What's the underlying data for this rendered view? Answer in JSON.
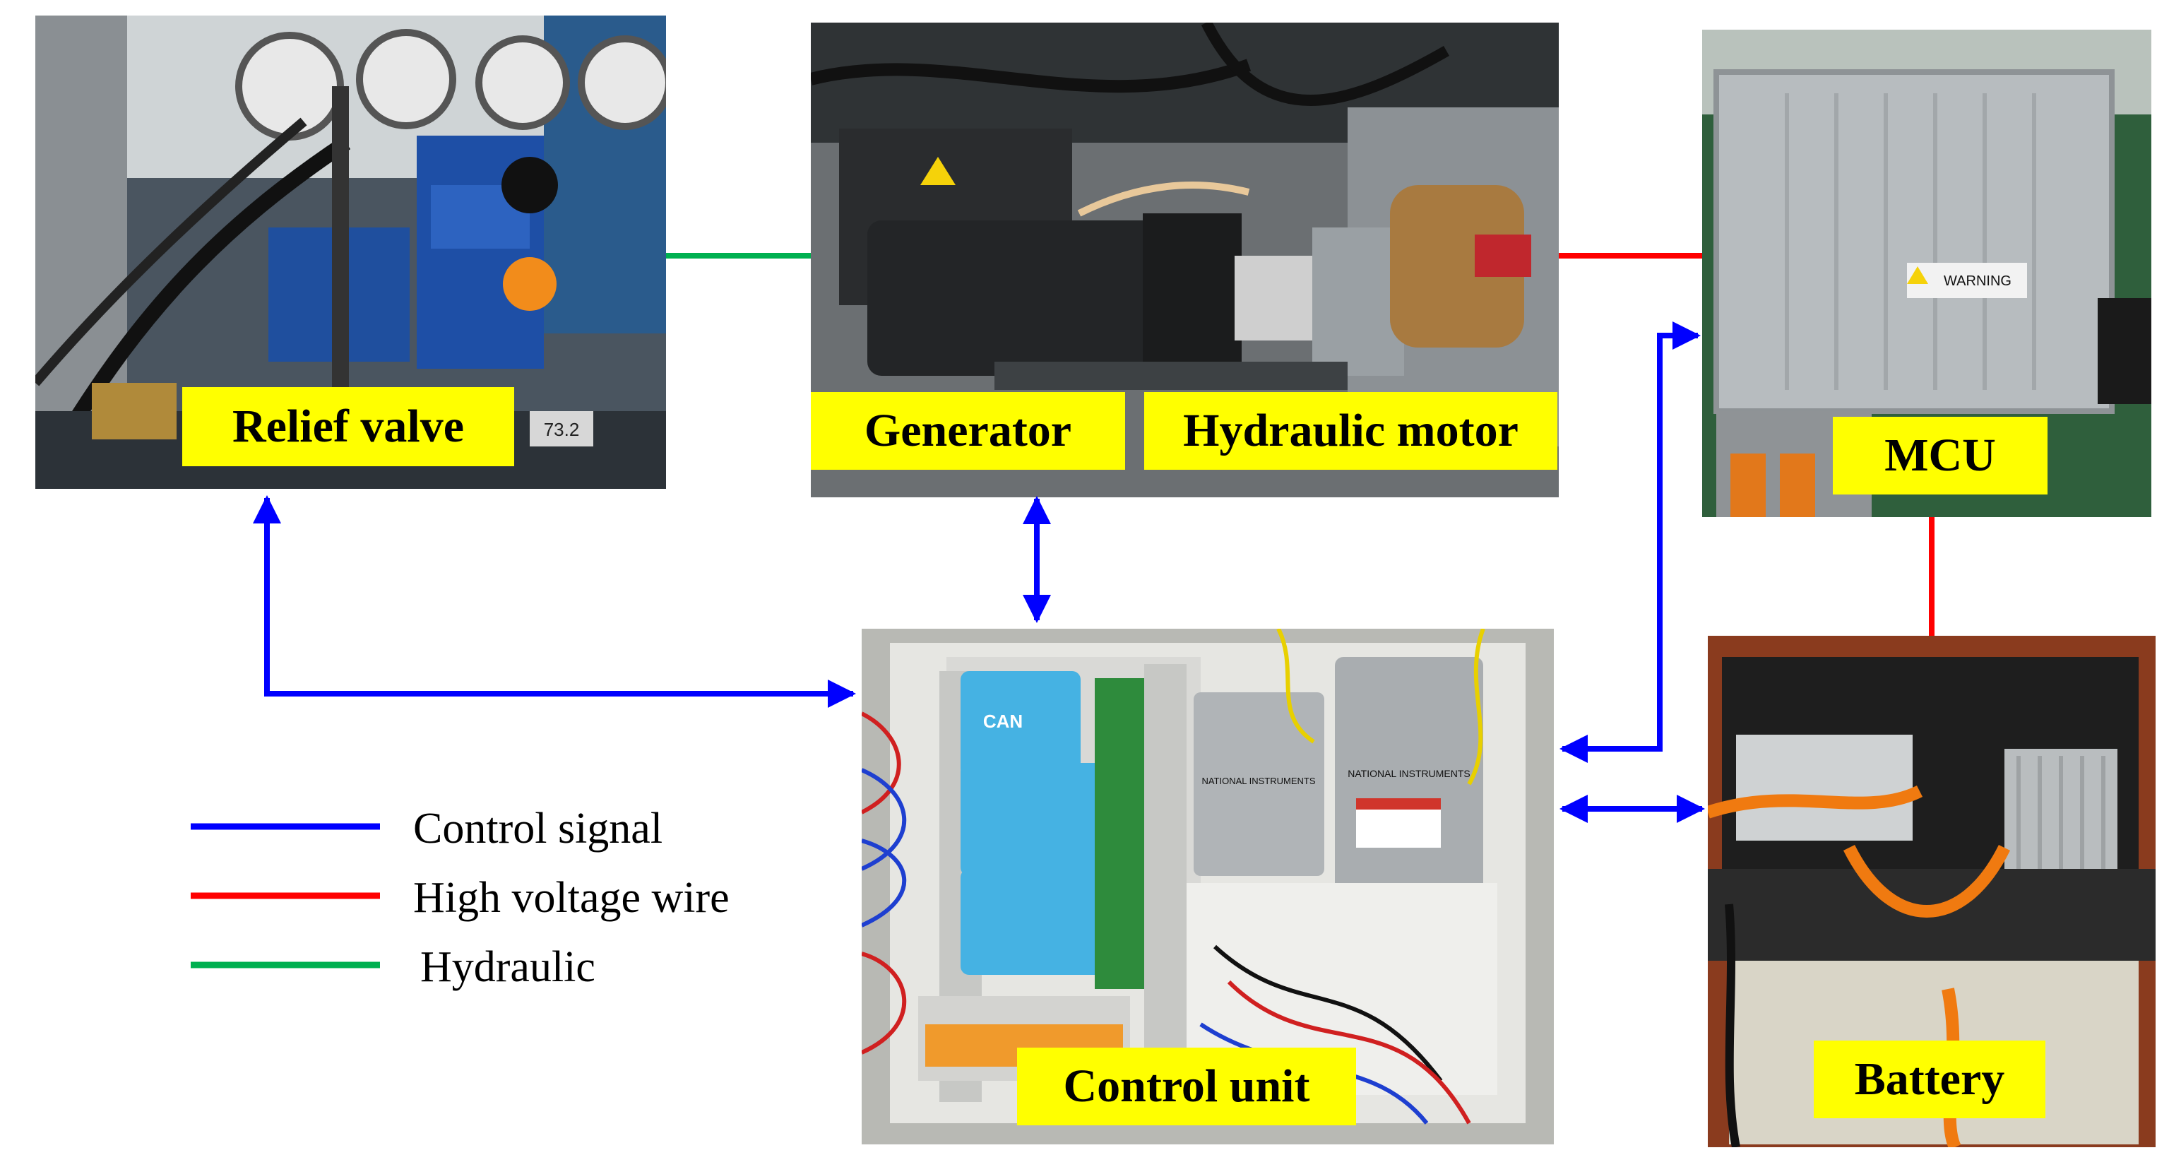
{
  "labels": {
    "relief_valve": "Relief valve",
    "generator": "Generator",
    "hydraulic_motor": "Hydraulic motor",
    "mcu": "MCU",
    "control_unit": "Control unit",
    "battery": "Battery"
  },
  "legend": [
    {
      "label": "Control signal",
      "color": "#0000ff"
    },
    {
      "label": "High voltage wire",
      "color": "#ff0000"
    },
    {
      "label": "Hydraulic",
      "color": "#00b050"
    }
  ],
  "colors": {
    "label_background": "#ffff00",
    "control_signal": "#0000ff",
    "high_voltage": "#ff0000",
    "hydraulic": "#00b050"
  },
  "photo_text": {
    "gauge_reading": "73.2",
    "can_module": "CAN",
    "ni_device_1": "NATIONAL INSTRUMENTS",
    "ni_device_2": "NATIONAL INSTRUMENTS",
    "mcu_warning": "WARNING"
  }
}
